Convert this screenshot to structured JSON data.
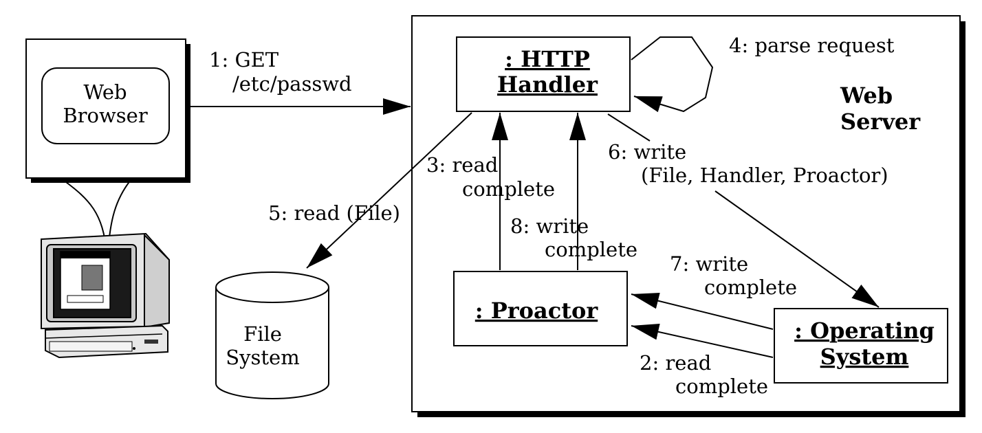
{
  "web_server": {
    "title_line1": "Web",
    "title_line2": "Server"
  },
  "browser": {
    "line1": "Web",
    "line2": "Browser"
  },
  "file_system": {
    "line1": "File",
    "line2": "System"
  },
  "http_handler": {
    "line1": ": HTTP",
    "line2": "Handler"
  },
  "proactor": {
    "label": ": Proactor"
  },
  "operating_system": {
    "line1": ": Operating",
    "line2": "System"
  },
  "messages": {
    "get_line1": "1: GET",
    "get_line2": "/etc/passwd",
    "read_complete_2_line1": "2: read",
    "read_complete_2_line2": "complete",
    "read_complete_3_line1": "3: read",
    "read_complete_3_line2": "complete",
    "parse_request": "4: parse request",
    "read_file": "5: read (File)",
    "write_line1": "6: write",
    "write_line2": "(File, Handler, Proactor)",
    "write_complete_7_line1": "7: write",
    "write_complete_7_line2": "complete",
    "write_complete_8_line1": "8: write",
    "write_complete_8_line2": "complete"
  }
}
